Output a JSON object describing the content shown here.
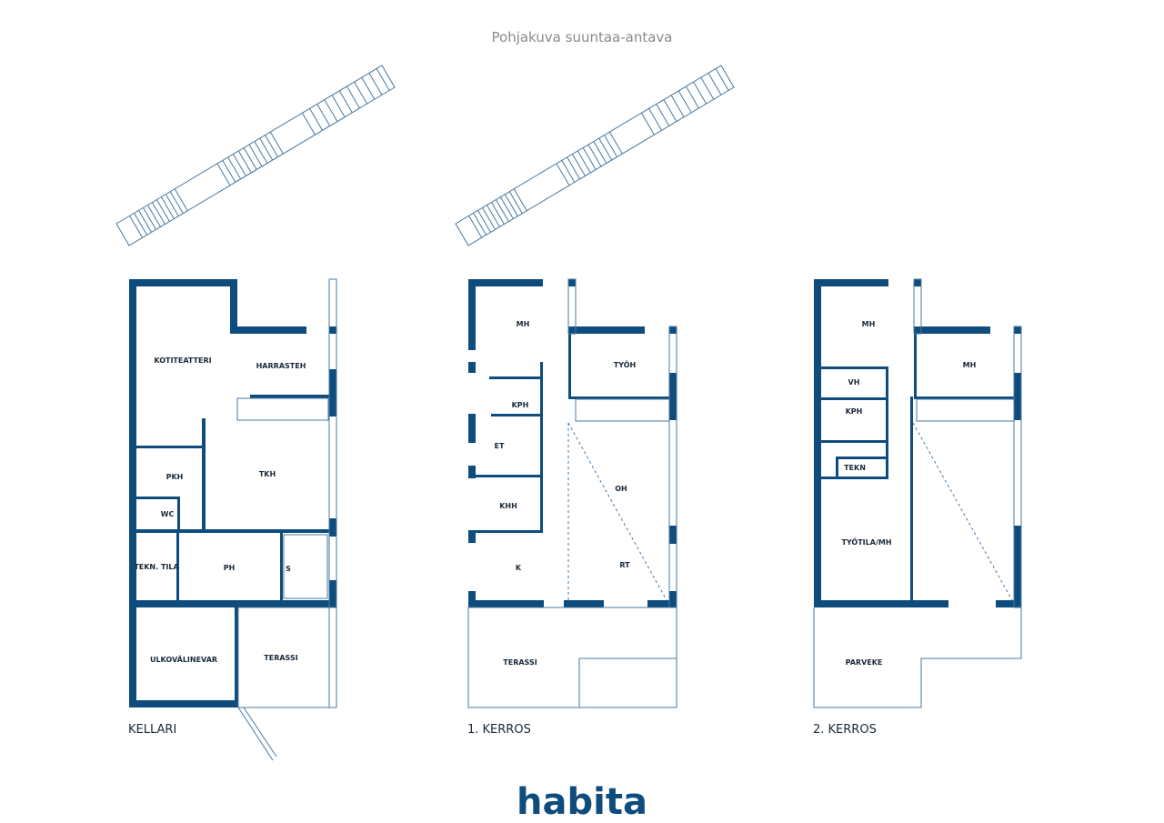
{
  "title": "Pohjakuva suuntaa-antava",
  "wall_color": "#0f4c7e",
  "floors": [
    {
      "name": "KELLARI",
      "rooms": [
        "KOTITEATTERI",
        "HARRASTEH",
        "PKH",
        "TKH",
        "WC",
        "TEKN. TILA",
        "PH",
        "S",
        "ULKOVÄLINEVAR",
        "TERASSI"
      ]
    },
    {
      "name": "1. KERROS",
      "rooms": [
        "MH",
        "TYÖH",
        "KPH",
        "ET",
        "KHH",
        "OH",
        "K",
        "RT",
        "TERASSI"
      ]
    },
    {
      "name": "2. KERROS",
      "rooms": [
        "MH",
        "MH",
        "VH",
        "KPH",
        "TEKN",
        "TYÖTILA/MH",
        "PARVEKE"
      ]
    }
  ],
  "logo": "habita"
}
